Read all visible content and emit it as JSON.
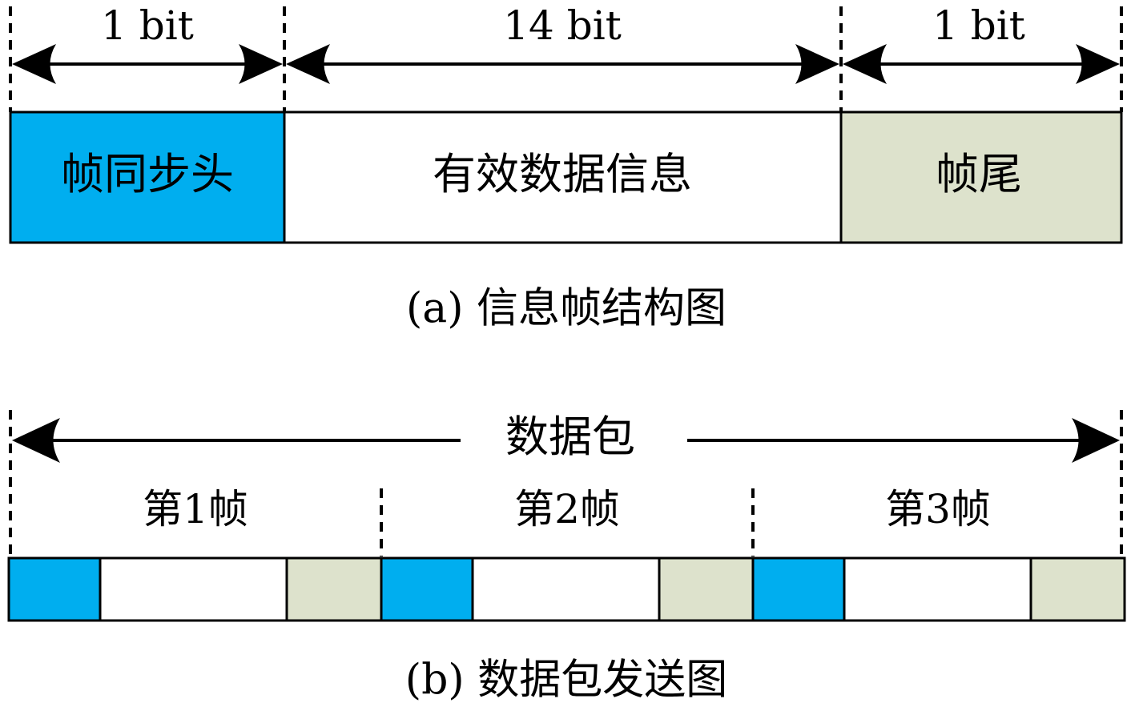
{
  "colors": {
    "sync": "#00AEEF",
    "payload": "#FFFFFF",
    "tail": "#DDE2CC",
    "line": "#000000"
  },
  "frame_structure": {
    "segments": [
      {
        "bits": "1 bit",
        "label": "帧同步头",
        "color_key": "sync",
        "bit_count": 1
      },
      {
        "bits": "14 bit",
        "label": "有效数据信息",
        "color_key": "payload",
        "bit_count": 14
      },
      {
        "bits": "1 bit",
        "label": "帧尾",
        "color_key": "tail",
        "bit_count": 1
      }
    ],
    "caption": "(a) 信息帧结构图"
  },
  "packet": {
    "label": "数据包",
    "frames": [
      {
        "label": "第1帧"
      },
      {
        "label": "第2帧"
      },
      {
        "label": "第3帧"
      }
    ],
    "frame_segment_colors": [
      "sync",
      "payload",
      "tail"
    ],
    "caption": "(b) 数据包发送图"
  }
}
